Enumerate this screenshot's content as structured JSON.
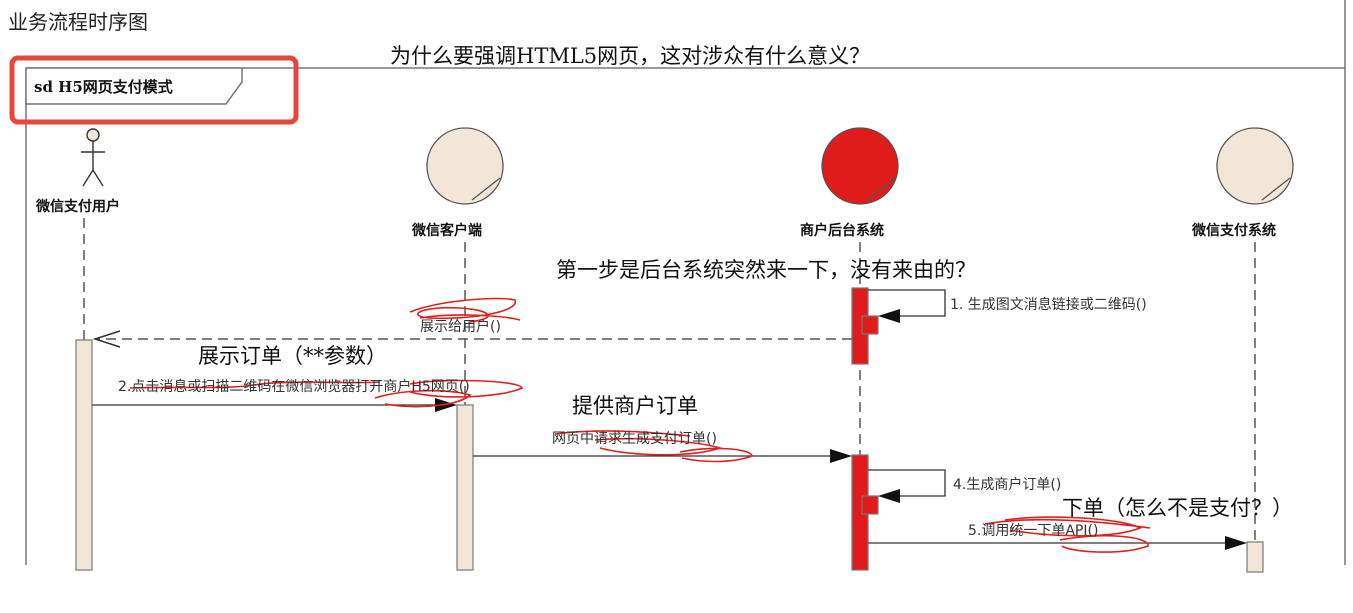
{
  "page_title": "业务流程时序图",
  "frame_label": "sd H5网页支付模式",
  "lifelines": {
    "user": "微信支付用户",
    "client": "微信客户端",
    "merchant": "商户后台系统",
    "wxpay": "微信支付系统"
  },
  "messages": {
    "m1": "1. 生成图文消息链接或二维码()",
    "m_show": "展示给用户()",
    "m2": "2.点击消息或扫描二维码在微信浏览器打开商户H5网页()",
    "m3": "网页中请求生成支付订单()",
    "m4": "4.生成商户订单()",
    "m5": "5.调用统一下单API()"
  },
  "annotations": {
    "top_question": "为什么要强调HTML5网页，这对涉众有什么意义？",
    "first_step": "第一步是后台系统突然来一下，没有来由的？",
    "show_order": "展示订单（**参数）",
    "provide_order": "提供商户订单",
    "place_order": "下单（怎么不是支付？）"
  },
  "colors": {
    "highlight_box": "#e8453c",
    "merchant_fill": "#e01b1b",
    "actor_fill": "#f2e6d8",
    "scribble": "#e0201c"
  }
}
